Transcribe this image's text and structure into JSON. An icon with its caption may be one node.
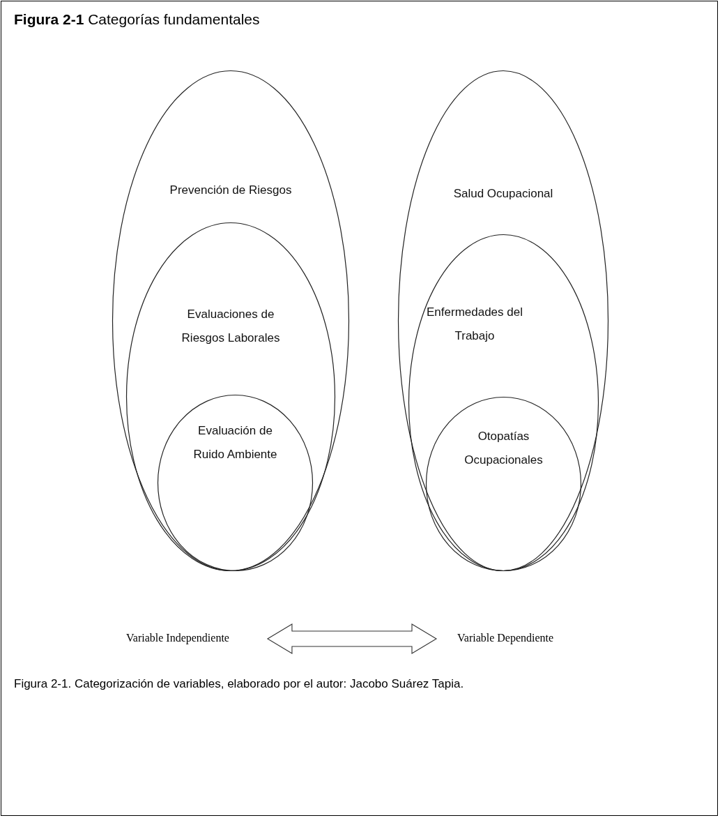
{
  "diagram": {
    "title": "**Figura 2-1** Categorías fundamentales",
    "caption": "Figura 2-1. Categorización de variables, elaborado por el autor: Jacobo Suárez Tapia.",
    "nodes": [
      {
        "text": [
          "Prevención de Riesgos"
        ]
      },
      {
        "text": [
          "Evaluaciones de Riesgos Laborales"
        ],
        "in": 0
      },
      {
        "text": [
          "Evaluación de Ruido Ambiente"
        ],
        "in": 1
      },
      {
        "text": [
          "Salud Ocupacional"
        ]
      },
      {
        "text": [
          "Enfermedades del Trabajo"
        ],
        "in": 3
      },
      {
        "text": [
          "Otopatías Ocupacionales"
        ],
        "in": 4
      },
      {
        "text": [
          "Variable Independiente"
        ]
      },
      {
        "text": [
          "Variable Dependiente"
        ]
      }
    ],
    "edges": [
      {
        "from": 6,
        "to": 7,
        "arrow": "both"
      }
    ]
  }
}
